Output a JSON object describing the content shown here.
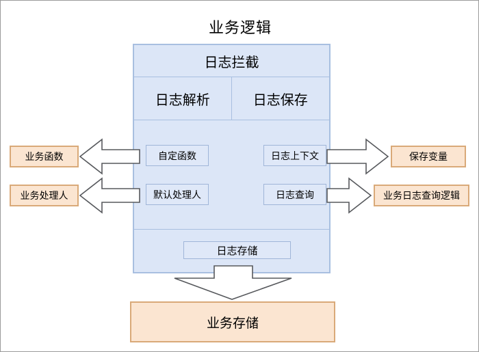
{
  "diagram": {
    "title": "业务逻辑",
    "type": "architecture-block-diagram",
    "colors": {
      "container_fill": "#dce6f7",
      "container_border": "#a8bfe0",
      "inner_box_fill": "#dfe8f8",
      "inner_box_border": "#9fb5d8",
      "external_box_fill": "#fbe5d1",
      "external_box_border": "#d9a978",
      "arrow_fill": "#ffffff",
      "arrow_stroke": "#56585c",
      "page_border": "#9a9a9a",
      "text": "#000000"
    }
  },
  "main_container": {
    "header": "日志拦截",
    "split_row": [
      {
        "label": "日志解析"
      },
      {
        "label": "日志保存"
      }
    ],
    "body_boxes": [
      {
        "label": "自定函数"
      },
      {
        "label": "日志上下文"
      },
      {
        "label": "默认处理人"
      },
      {
        "label": "日志查询"
      }
    ],
    "storage_box": "日志存储"
  },
  "external_boxes": {
    "left": [
      {
        "label": "业务函数"
      },
      {
        "label": "业务处理人"
      }
    ],
    "right": [
      {
        "label": "保存变量"
      },
      {
        "label": "业务日志查询逻辑"
      }
    ],
    "bottom": {
      "label": "业务存储"
    }
  },
  "arrows": [
    {
      "name": "custom-func-to-biz-func",
      "direction": "left"
    },
    {
      "name": "default-owner-to-biz-owner",
      "direction": "left"
    },
    {
      "name": "log-context-to-save-var",
      "direction": "right"
    },
    {
      "name": "log-query-to-biz-query",
      "direction": "right"
    },
    {
      "name": "log-storage-to-biz-storage",
      "direction": "down"
    }
  ]
}
